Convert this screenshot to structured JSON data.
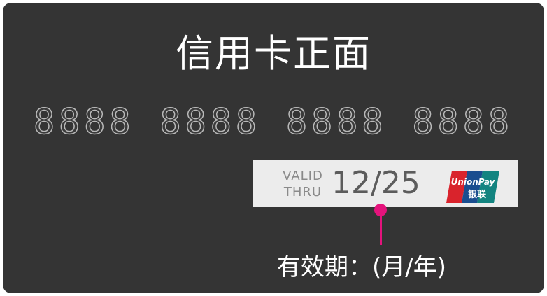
{
  "card": {
    "title": "信用卡正面",
    "number": "8888 8888 8888 8888"
  },
  "expiry": {
    "valid_label_line1": "VALID",
    "valid_label_line2": "THRU",
    "value": "12/25",
    "logo": {
      "icon": "unionpay-logo-icon",
      "text_top": "UnionPay",
      "text_bottom": "银联",
      "colors": [
        "#d9232c",
        "#1a4d8f",
        "#138480"
      ]
    }
  },
  "annotation": {
    "caption": "有效期：(月/年)",
    "pointer_color": "#e4137c"
  }
}
